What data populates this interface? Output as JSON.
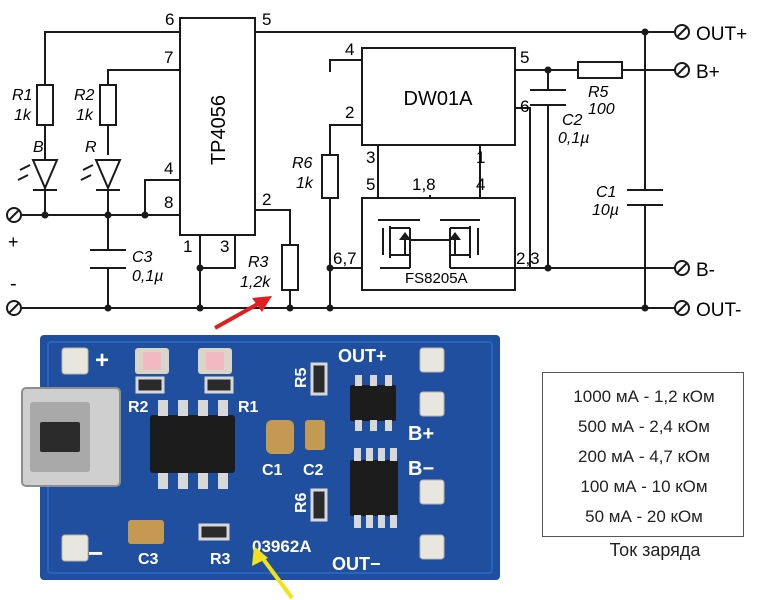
{
  "schematic": {
    "tp4056": "TP4056",
    "dw01a": "DW01A",
    "fs8205a": "FS8205A",
    "pins": {
      "tp_6": "6",
      "tp_5": "5",
      "tp_7": "7",
      "tp_4": "4",
      "tp_8": "8",
      "tp_1": "1",
      "tp_3": "3",
      "tp_2": "2",
      "dw_4": "4",
      "dw_5": "5",
      "dw_2": "2",
      "dw_6": "6",
      "dw_3": "3",
      "dw_1": "1",
      "fs_5": "5",
      "fs_18": "1,8",
      "fs_4": "4",
      "fs_67": "6,7",
      "fs_23": "2,3"
    },
    "components": {
      "r1_name": "R1",
      "r1_val": "1k",
      "r2_name": "R2",
      "r2_val": "1k",
      "led_b": "B",
      "led_r": "R",
      "c3_name": "C3",
      "c3_val": "0,1µ",
      "r3_name": "R3",
      "r3_val": "1,2k",
      "r6_name": "R6",
      "r6_val": "1k",
      "r5_name": "R5",
      "r5_val": "100",
      "c2_name": "C2",
      "c2_val": "0,1µ",
      "c1_name": "C1",
      "c1_val": "10µ"
    },
    "terminals": {
      "out_plus": "OUT+",
      "b_plus": "B+",
      "b_minus": "B-",
      "out_minus": "OUT-",
      "in_plus": "+",
      "in_minus": "-"
    }
  },
  "board": {
    "plus": "+",
    "minus": "−",
    "out_plus": "OUT+",
    "b_plus": "B+",
    "b_minus": "B−",
    "out_minus": "OUT−",
    "r1": "R1",
    "r2": "R2",
    "r3": "R3",
    "r5": "R5",
    "r6": "R6",
    "c1": "C1",
    "c2": "C2",
    "c3": "C3",
    "r3_code": "03962A"
  },
  "charge_table": {
    "rows": [
      "1000 мА - 1,2 кОм",
      "500 мА - 2,4 кОм",
      "200 мА - 4,7 кОм",
      "100 мА - 10 кОм",
      "50 мА - 20 кОм"
    ],
    "caption": "Ток заряда"
  },
  "colors": {
    "pcb": "#1f4f9e",
    "pcb_dark": "#163d80",
    "silk": "#ffffff",
    "pad": "#e8e6de",
    "chip": "#1c1c1c",
    "arrow_red": "#e02020",
    "arrow_yellow": "#f2e21a"
  }
}
